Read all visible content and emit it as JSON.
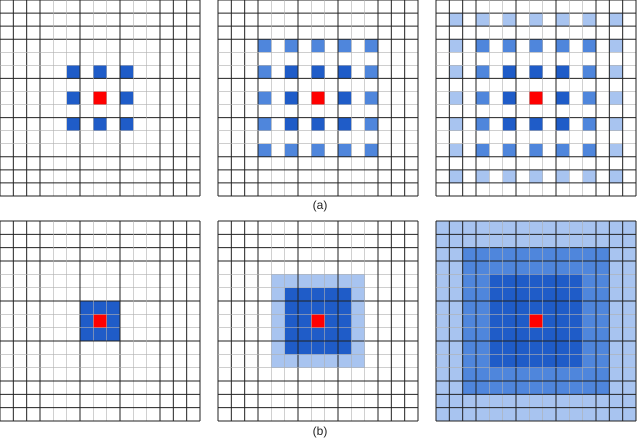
{
  "captions": {
    "row_a": "(a)",
    "row_b": "(b)"
  },
  "grid": {
    "divisions": 15,
    "center_cell": [
      7,
      7
    ]
  },
  "colors": {
    "center": "#ff0000",
    "dark": "#1f5cc8",
    "medium": "#4f86dc",
    "light": "#a8c4f0",
    "bold_line": "#222222",
    "thin_line": "#b0b0b0"
  },
  "row_a": [
    {
      "name": "dilated-conv-rate2",
      "type": "dilated",
      "rings": 1,
      "step": 2,
      "ring_colors": [
        "dark"
      ]
    },
    {
      "name": "dilated-conv-stacked-2",
      "type": "dilated",
      "rings": 2,
      "step": 2,
      "ring_colors": [
        "dark",
        "medium"
      ]
    },
    {
      "name": "dilated-conv-stacked-3",
      "type": "dilated",
      "rings": 3,
      "step": 2,
      "ring_colors": [
        "dark",
        "medium",
        "light"
      ]
    }
  ],
  "row_b": [
    {
      "name": "dense-conv-1",
      "type": "dense",
      "dark_radius": 1,
      "medium_radius": 1,
      "light_radius": 1
    },
    {
      "name": "dense-conv-2",
      "type": "dense",
      "dark_radius": 2,
      "medium_radius": 2,
      "light_radius": 3
    },
    {
      "name": "dense-conv-3",
      "type": "dense",
      "dark_radius": 3,
      "medium_radius": 5,
      "light_radius": 7
    }
  ]
}
